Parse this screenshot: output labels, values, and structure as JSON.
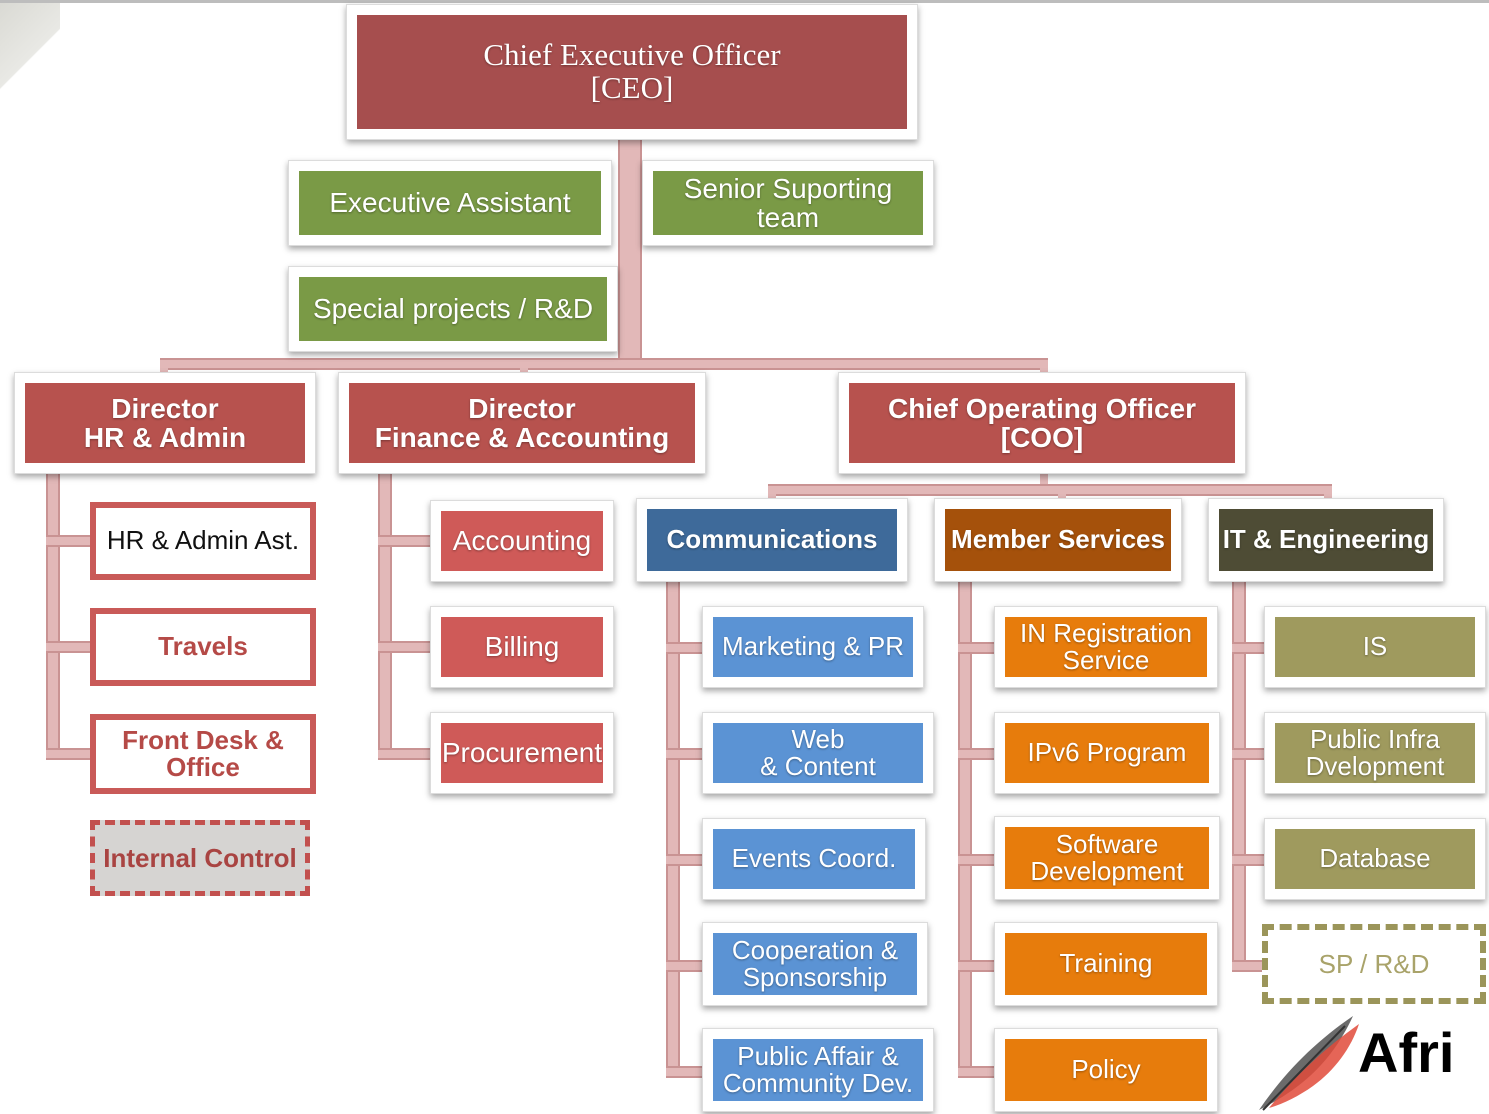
{
  "colors": {
    "executive": "#a64e4e",
    "support": "#7a9a46",
    "director": "#b7524e",
    "finance_units": "#cf5a58",
    "communications_head": "#3e6a9a",
    "communications_units": "#5b93d4",
    "member_services_head": "#a5510b",
    "member_services_units": "#e77c0c",
    "it_head": "#4e4c35",
    "it_units": "#9f9a5e",
    "connector": "#e2b8b8"
  },
  "ceo": {
    "label": "Chief Executive Officer\n[CEO]"
  },
  "support": {
    "executive_assistant": "Executive Assistant",
    "senior_supporting_team": "Senior  Suporting\nteam",
    "special_projects": "Special projects / R&D"
  },
  "hr": {
    "head": "Director\nHR & Admin",
    "units": [
      "HR & Admin Ast.",
      "Travels",
      "Front Desk &\nOffice"
    ],
    "internal_control": "Internal Control"
  },
  "finance": {
    "head": "Director\nFinance & Accounting",
    "units": [
      "Accounting",
      "Billing",
      "Procurement"
    ]
  },
  "coo": {
    "label": "Chief Operating Officer\n[COO]"
  },
  "communications": {
    "head": "Communications",
    "units": [
      "Marketing & PR",
      "Web\n& Content",
      "Events Coord.",
      "Cooperation  &\nSponsorship",
      "Public Affair &\nCommunity Dev."
    ]
  },
  "member_services": {
    "head": "Member Services",
    "units": [
      "IN Registration\nService",
      "IPv6 Program",
      "Software\nDevelopment",
      "Training",
      "Policy"
    ]
  },
  "it": {
    "head": "IT & Engineering",
    "units": [
      "IS",
      "Public Infra\nDvelopment",
      "Database"
    ],
    "sp_rd": "SP / R&D"
  },
  "logo": {
    "name": "feather-logo-icon",
    "text": "Afri"
  }
}
